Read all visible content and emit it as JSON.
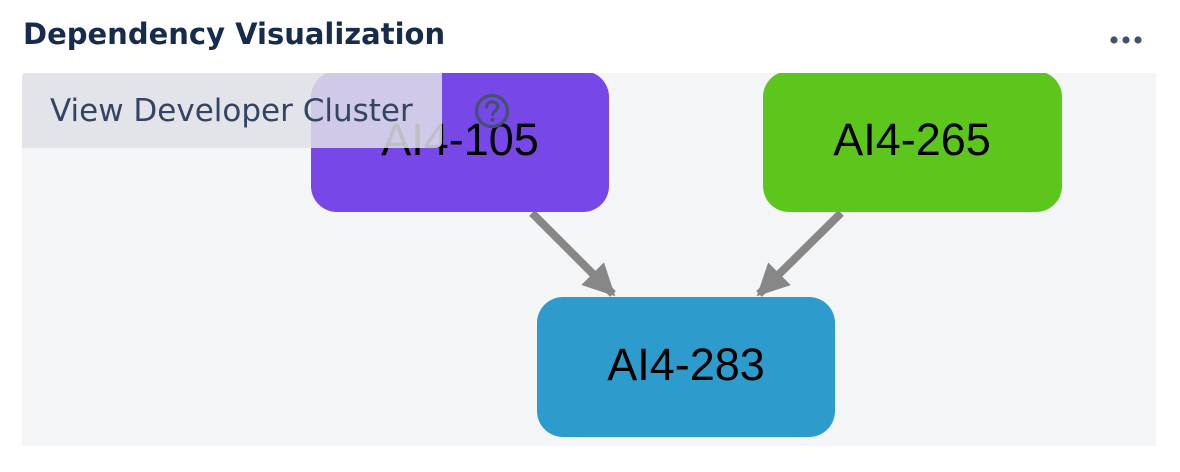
{
  "panel": {
    "title": "Dependency Visualization",
    "more_icon": "more-horizontal-icon"
  },
  "cluster_button": {
    "label": "View Developer Cluster",
    "help_icon": "question-circle-icon"
  },
  "graph": {
    "nodes": [
      {
        "id": "n1",
        "label": "AI4-105",
        "color": "#7847e8"
      },
      {
        "id": "n2",
        "label": "AI4-265",
        "color": "#5cc61d"
      },
      {
        "id": "n3",
        "label": "AI4-283",
        "color": "#2d9ccc"
      }
    ],
    "edges": [
      {
        "from": "AI4-105",
        "to": "AI4-283"
      },
      {
        "from": "AI4-265",
        "to": "AI4-283"
      }
    ],
    "edge_color": "#878787"
  },
  "colors": {
    "title": "#172b4d",
    "canvas_bg": "#f4f5f7",
    "button_bg": "#dfe1e6",
    "button_text": "#344563"
  }
}
